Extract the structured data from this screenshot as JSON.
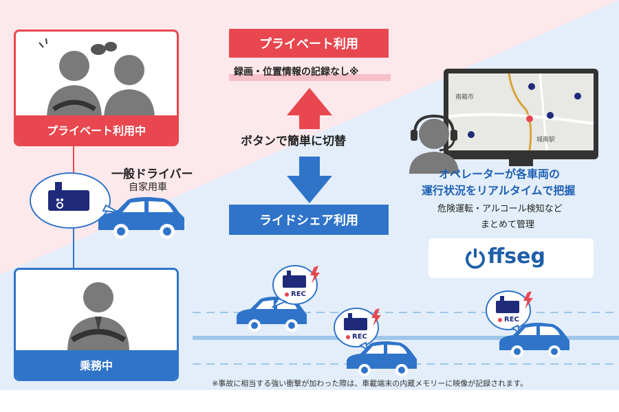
{
  "colors": {
    "red": "#e8474f",
    "blue": "#2f74c9",
    "navy": "#1f2a7a",
    "pink_bg": "#fde8ec",
    "lightblue_bg": "#e3eefa",
    "lane": "#9fc6ea"
  },
  "left": {
    "private_card_label": "プライベート利用中",
    "driver_title": "一般ドライバー",
    "driver_sub": "自家用車",
    "duty_card_label": "乗務中"
  },
  "center": {
    "private_label": "プライベート利用",
    "private_note": "録画・位置情報の記録なし※",
    "switch_label": "ボタンで簡単に切替",
    "rideshare_label": "ライドシェア利用"
  },
  "right": {
    "map_labels": [
      "南箱市",
      "城南駅"
    ],
    "operator_line1": "オペレーターが各車両の",
    "operator_line2": "運行状況をリアルタイムで把握",
    "sub_line1": "危険運転・アルコール検知など",
    "sub_line2": "まとめて管理",
    "logo_text": "ffseg"
  },
  "road": {
    "rec_label": "REC"
  },
  "footnote": "※事故に相当する強い衝撃が加わった際は、車載端末の内蔵メモリーに映像が記録されます。"
}
